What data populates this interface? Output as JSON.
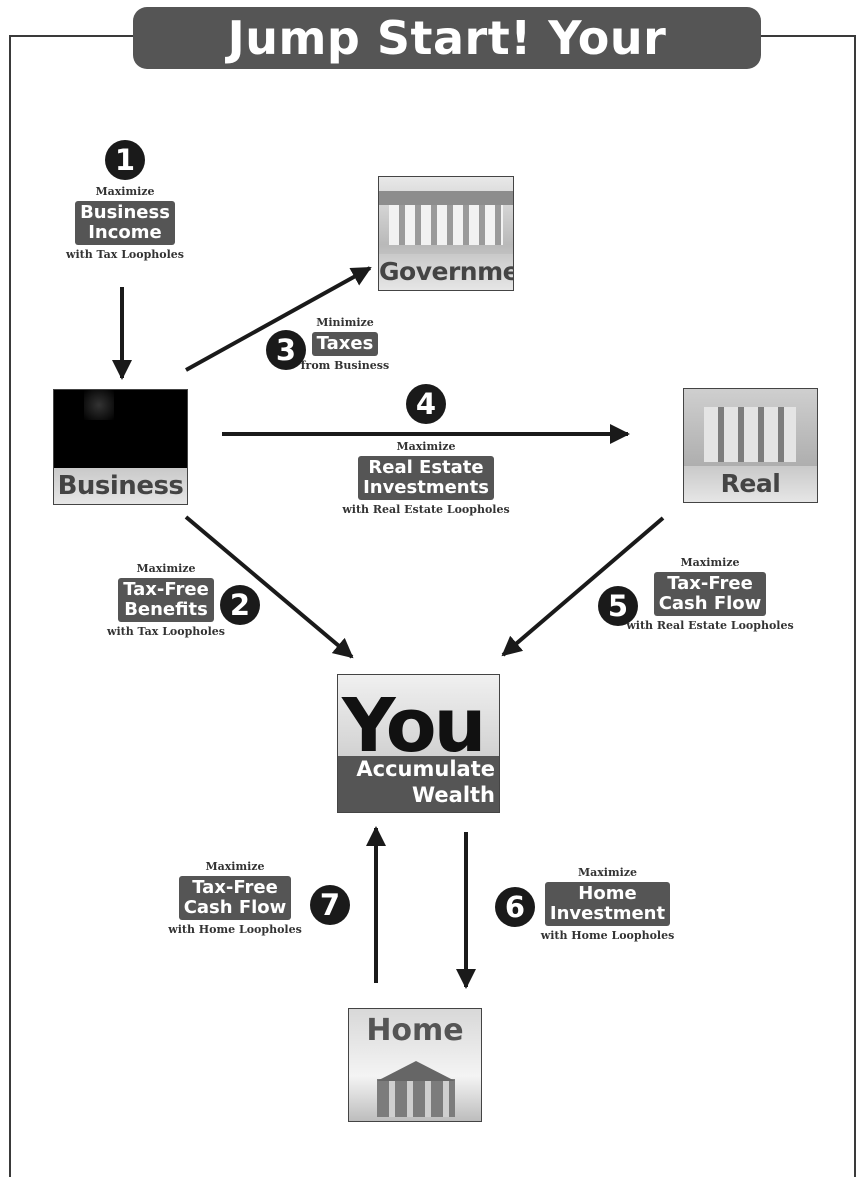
{
  "title": "Jump Start! Your Wealth",
  "nodes": {
    "government": "Government",
    "business": "Business",
    "real_estate": "Real Estate",
    "you": {
      "big": "You",
      "line1": "Accumulate",
      "line2": "Wealth"
    },
    "home": "Home"
  },
  "steps": [
    {
      "num": "1",
      "top": "Maximize",
      "box1": "Business",
      "box2": "Income",
      "bottom": "with Tax Loopholes"
    },
    {
      "num": "2",
      "top": "Maximize",
      "box1": "Tax-Free",
      "box2": "Benefits",
      "bottom": "with Tax Loopholes"
    },
    {
      "num": "3",
      "top": "Minimize",
      "box1": "Taxes",
      "bottom": "from Business"
    },
    {
      "num": "4",
      "top": "Maximize",
      "box1": "Real Estate",
      "box2": "Investments",
      "bottom": "with Real Estate Loopholes"
    },
    {
      "num": "5",
      "top": "Maximize",
      "box1": "Tax-Free",
      "box2": "Cash Flow",
      "bottom": "with Real Estate Loopholes"
    },
    {
      "num": "6",
      "top": "Maximize",
      "box1": "Home",
      "box2": "Investment",
      "bottom": "with Home Loopholes"
    },
    {
      "num": "7",
      "top": "Maximize",
      "box1": "Tax-Free",
      "box2": "Cash Flow",
      "bottom": "with Home Loopholes"
    }
  ]
}
